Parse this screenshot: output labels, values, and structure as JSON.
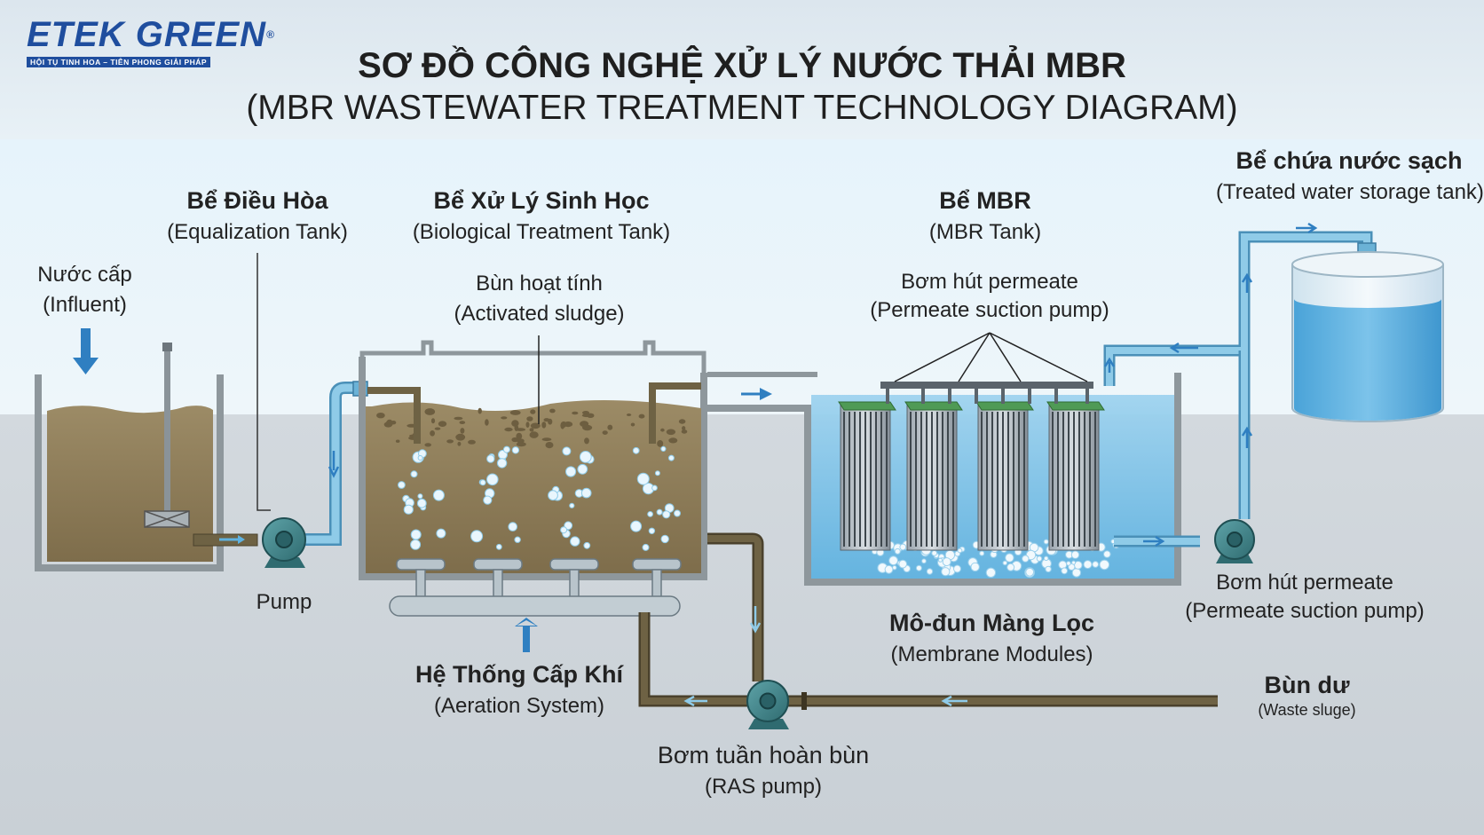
{
  "logo": {
    "brand": "ETEK GREEN",
    "registered": "®",
    "slogan": "HỘI TỤ TINH HOA – TIÊN PHONG GIẢI PHÁP"
  },
  "title": {
    "main": "SƠ ĐỒ CÔNG NGHỆ XỬ LÝ NƯỚC THẢI MBR",
    "sub": "(MBR WASTEWATER TREATMENT TECHNOLOGY DIAGRAM)"
  },
  "labels": {
    "influent": {
      "vi": "Nước cấp",
      "en": "(Influent)"
    },
    "equalization": {
      "vi": "Bể Điều Hòa",
      "en": "(Equalization Tank)"
    },
    "biological": {
      "vi": "Bể Xử Lý Sinh Học",
      "en": "(Biological Treatment Tank)"
    },
    "sludge": {
      "vi": "Bùn hoạt tính",
      "en": "(Activated sludge)"
    },
    "mbr": {
      "vi": "Bể MBR",
      "en": "(MBR Tank)"
    },
    "permeate_top": {
      "vi": "Bơm hút permeate",
      "en": "(Permeate suction pump)"
    },
    "clean_tank": {
      "vi": "Bể chứa nước sạch",
      "en": "(Treated water storage tank)"
    },
    "pump": {
      "vi": "Pump"
    },
    "aeration": {
      "vi": "Hệ Thống Cấp Khí",
      "en": "(Aeration System)"
    },
    "membrane": {
      "vi": "Mô-đun Màng Lọc",
      "en": "(Membrane Modules)"
    },
    "permeate_bottom": {
      "vi": "Bơm hút permeate",
      "en": "(Permeate suction pump)"
    },
    "waste": {
      "vi": "Bùn dư",
      "en": "(Waste sluge)"
    },
    "ras": {
      "vi": "Bơm tuần hoàn bùn",
      "en": "(RAS pump)"
    }
  },
  "colors": {
    "water": "#5fb2e0",
    "sludge": "#8c7a56",
    "pipe_water": "#79bde0",
    "pipe_sludge": "#6e6244",
    "tank_wall": "#8e979c",
    "membrane": "#4f9a55"
  }
}
